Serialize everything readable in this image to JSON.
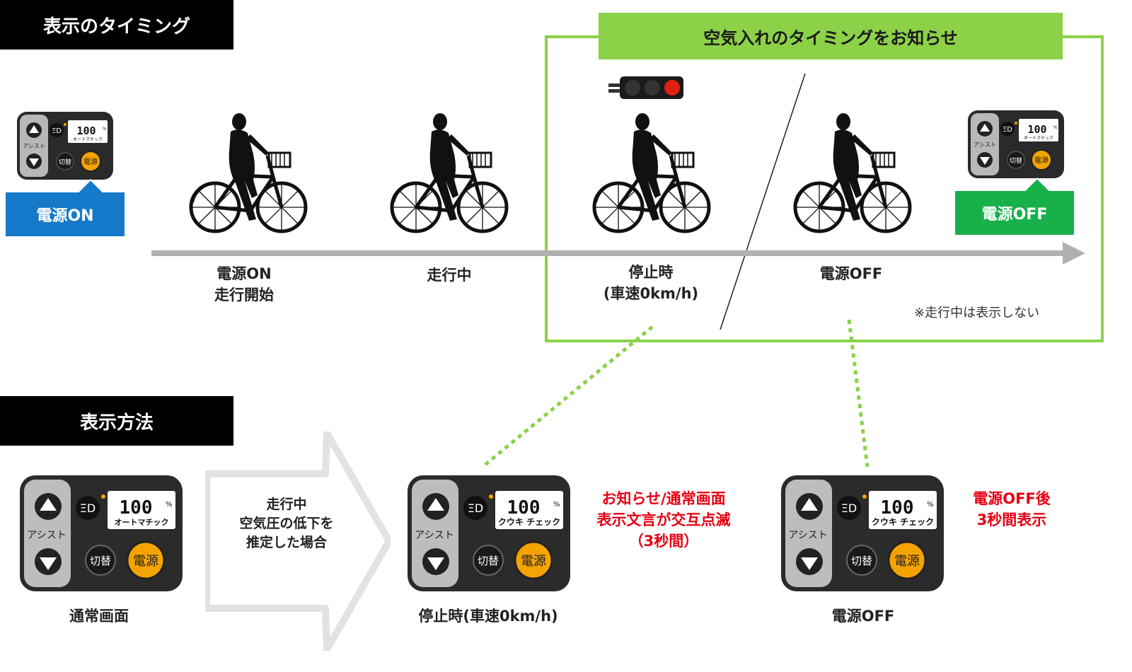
{
  "section1": {
    "title": "表示のタイミング"
  },
  "section2": {
    "title": "表示方法"
  },
  "notice_banner": "空気入れのタイミングをお知らせ",
  "power_on_box": "電源ON",
  "power_off_box": "電源OFF",
  "timeline_labels": {
    "start": [
      "電源ON",
      "走行開始"
    ],
    "riding": "走行中",
    "stopped": [
      "停止時",
      "(車速0km/h)"
    ],
    "power_off": "電源OFF"
  },
  "note": "※走行中は表示しない",
  "device_normal": {
    "percent": "100",
    "unit": "%",
    "mode": "オートマチック",
    "assist": "アシスト",
    "switch": "切替",
    "power": "電源"
  },
  "device_check": {
    "percent": "100",
    "unit": "%",
    "mode": "クウキ チェック",
    "assist": "アシスト",
    "switch": "切替",
    "power": "電源"
  },
  "chevron_text": [
    "走行中",
    "空気圧の低下を",
    "推定した場合"
  ],
  "captions": {
    "normal": "通常画面",
    "stopped": "停止時(車速0km/h)",
    "power_off": "電源OFF"
  },
  "red_note_stopped": [
    "お知らせ/通常画面",
    "表示文言が交互点滅",
    "（3秒間）"
  ],
  "red_note_off": [
    "電源OFF後",
    "3秒間表示"
  ],
  "colors": {
    "accent_green": "#8cd148",
    "power_on_blue": "#1479c8",
    "power_off_green": "#18b04a",
    "red": "#e60012",
    "power_button": "#f5a300"
  },
  "icons": [
    "bicycle-rider-icon",
    "traffic-light-icon",
    "arrow-right-icon",
    "headlight-icon",
    "up-arrow-icon",
    "down-arrow-icon"
  ]
}
